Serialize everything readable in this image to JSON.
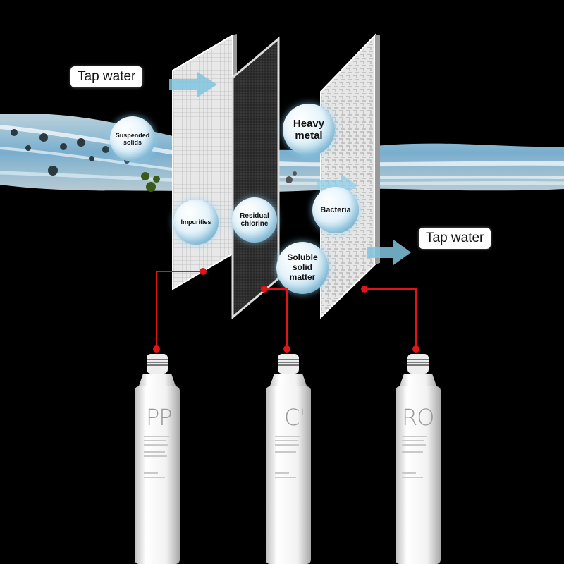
{
  "labels": {
    "tap_in": "Tap water",
    "tap_out": "Tap water"
  },
  "bubbles": {
    "suspended_line1": "Suspended",
    "suspended_line2": "solids",
    "impurities": "Impurities",
    "residual_line1": "Residual",
    "residual_line2": "chlorine",
    "heavy_line1": "Heavy",
    "heavy_line2": "metal",
    "bacteria": "Bacteria",
    "soluble_line1": "Soluble",
    "soluble_line2": "solid",
    "soluble_line3": "matter"
  },
  "cartridges": {
    "pp": "PP",
    "c": "C'",
    "ro": "RO"
  },
  "colors": {
    "connector": "#e01515",
    "background": "#000000"
  }
}
